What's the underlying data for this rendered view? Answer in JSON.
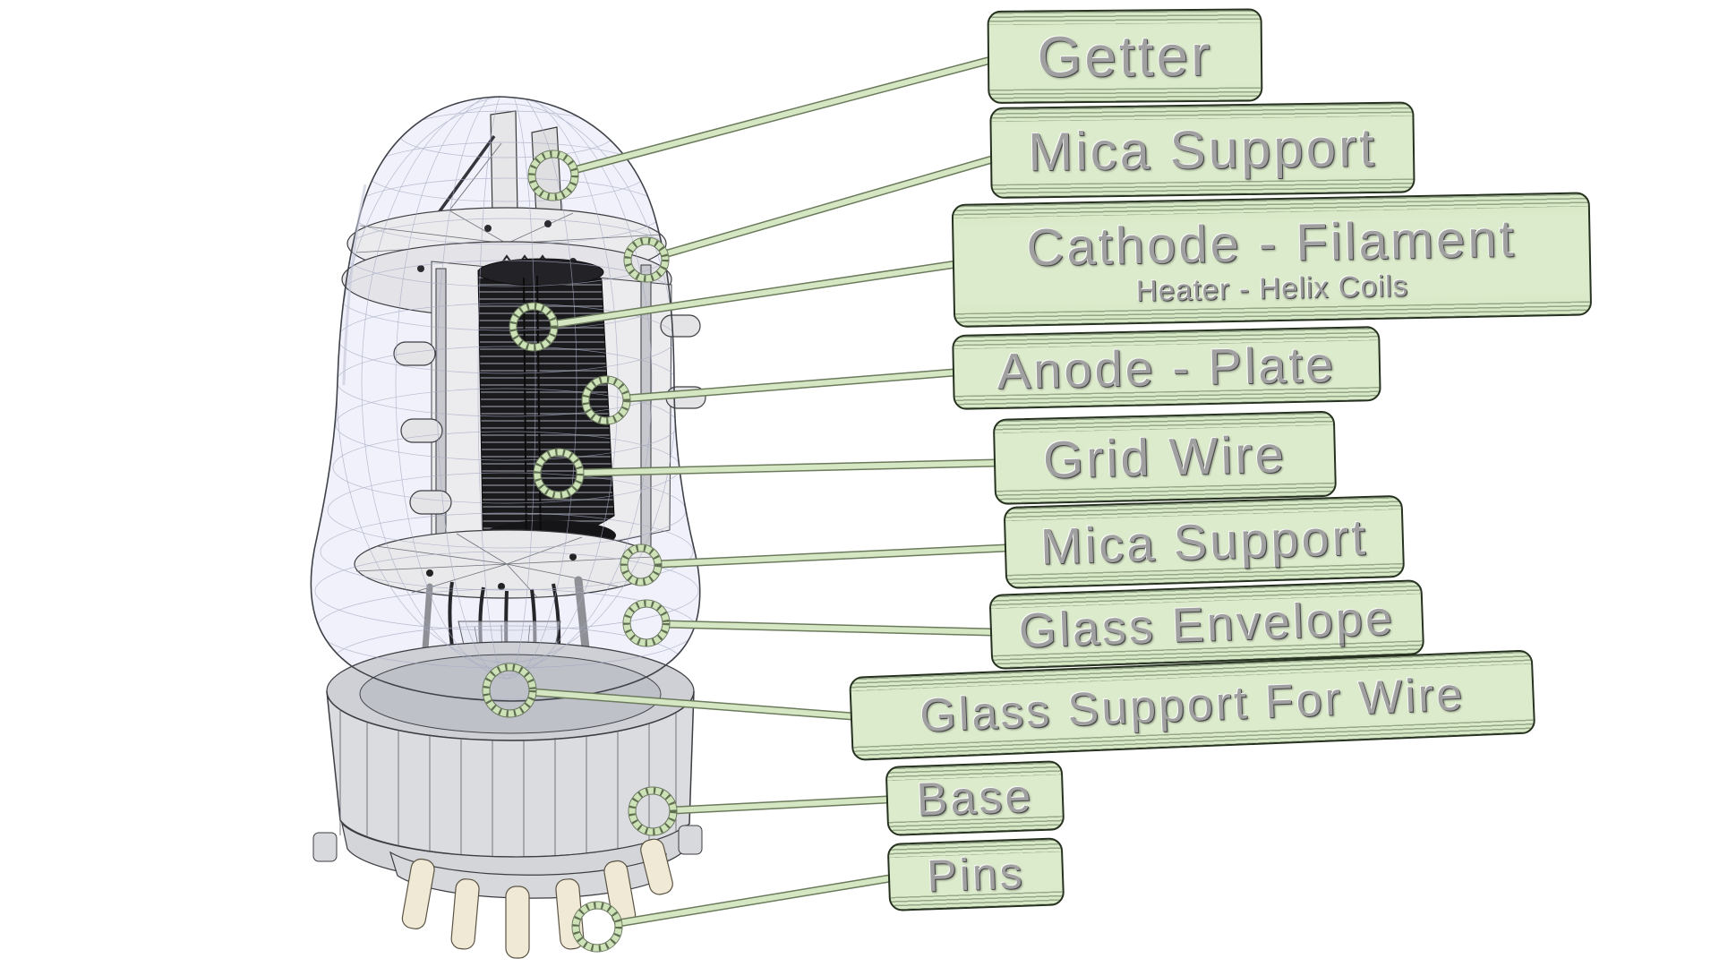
{
  "diagram": {
    "subject": "3D wireframe cutaway of a vacuum tube (electron tube) with labeled internal parts",
    "labels": [
      {
        "id": "getter",
        "text": "Getter"
      },
      {
        "id": "mica-support-top",
        "text": "Mica Support"
      },
      {
        "id": "cathode-filament",
        "text": "Cathode - Filament",
        "subtext": "Heater - Helix Coils"
      },
      {
        "id": "anode-plate",
        "text": "Anode - Plate"
      },
      {
        "id": "grid-wire",
        "text": "Grid Wire"
      },
      {
        "id": "mica-support-bottom",
        "text": "Mica Support"
      },
      {
        "id": "glass-envelope",
        "text": "Glass Envelope"
      },
      {
        "id": "glass-support-for-wire",
        "text": "Glass Support For Wire"
      },
      {
        "id": "base",
        "text": "Base"
      },
      {
        "id": "pins",
        "text": "Pins"
      }
    ],
    "colors": {
      "label_background": "#d6e8c5",
      "label_border": "#26311f",
      "leader_line": "#d5e7c2",
      "leader_edge": "#6b7a5c",
      "marker_ring": "#cde2b6",
      "marker_tick": "#4c5a41",
      "glass_tint": "#eef0f9",
      "wireframe": "#a3a8c0",
      "metal_light": "#e8e8ec",
      "coil_dark": "#1a1a1d",
      "pin_cream": "#f0e9d6",
      "background": "#ffffff"
    }
  }
}
